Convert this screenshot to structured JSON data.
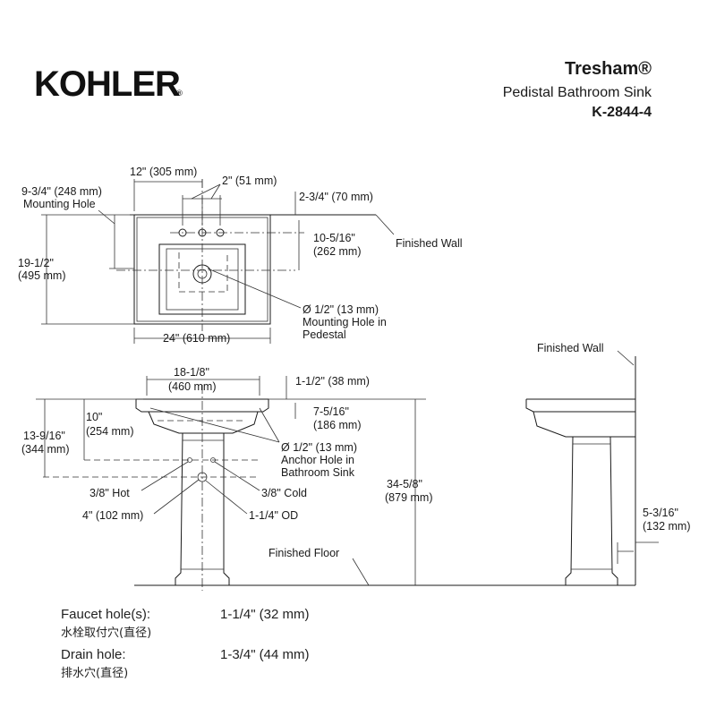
{
  "brand": {
    "name": "KOHLER",
    "reg": "®"
  },
  "header": {
    "product": "Tresham®",
    "subtitle": "Pedistal Bathroom Sink",
    "model": "K-2844-4"
  },
  "top_view": {
    "width_12": "12\" (305 mm)",
    "spacing_2": "2\" (51 mm)",
    "mounting_label": "9-3/4\" (248 mm)",
    "mounting_label2": "Mounting Hole",
    "back_2_3_4": "2-3/4\" (70 mm)",
    "finished_wall": "Finished Wall",
    "depth_a": "10-5/16\"",
    "depth_b": "(262 mm)",
    "height_a": "19-1/2\"",
    "height_b": "(495 mm)",
    "hole_a": "Ø 1/2\" (13 mm)",
    "hole_b": "Mounting Hole in",
    "hole_c": "Pedestal",
    "width_24": "24\" (610 mm)"
  },
  "front_view": {
    "w18_a": "18-1/8\"",
    "w18_b": "(460 mm)",
    "h1_5": "1-1/2\" (38 mm)",
    "h10_a": "10\"",
    "h10_b": "(254 mm)",
    "h13_a": "13-9/16\"",
    "h13_b": "(344 mm)",
    "h7_a": "7-5/16\"",
    "h7_b": "(186 mm)",
    "anchor_a": "Ø 1/2\" (13 mm)",
    "anchor_b": "Anchor Hole in",
    "anchor_c": "Bathroom Sink",
    "hot": "3/8\" Hot",
    "cold": "3/8\" Cold",
    "four": "4\" (102 mm)",
    "od": "1-1/4\" OD",
    "h34_a": "34-5/8\"",
    "h34_b": "(879 mm)",
    "floor": "Finished Floor"
  },
  "side_view": {
    "finished_wall": "Finished Wall",
    "d5_a": "5-3/16\"",
    "d5_b": "(132 mm)"
  },
  "specs": [
    {
      "label": "Faucet hole(s):",
      "sub": "水栓取付穴(直径)",
      "value": "1-1/4\" (32 mm)"
    },
    {
      "label": "Drain hole:",
      "sub": "排水穴(直径)",
      "value": "1-3/4\" (44 mm)"
    }
  ]
}
